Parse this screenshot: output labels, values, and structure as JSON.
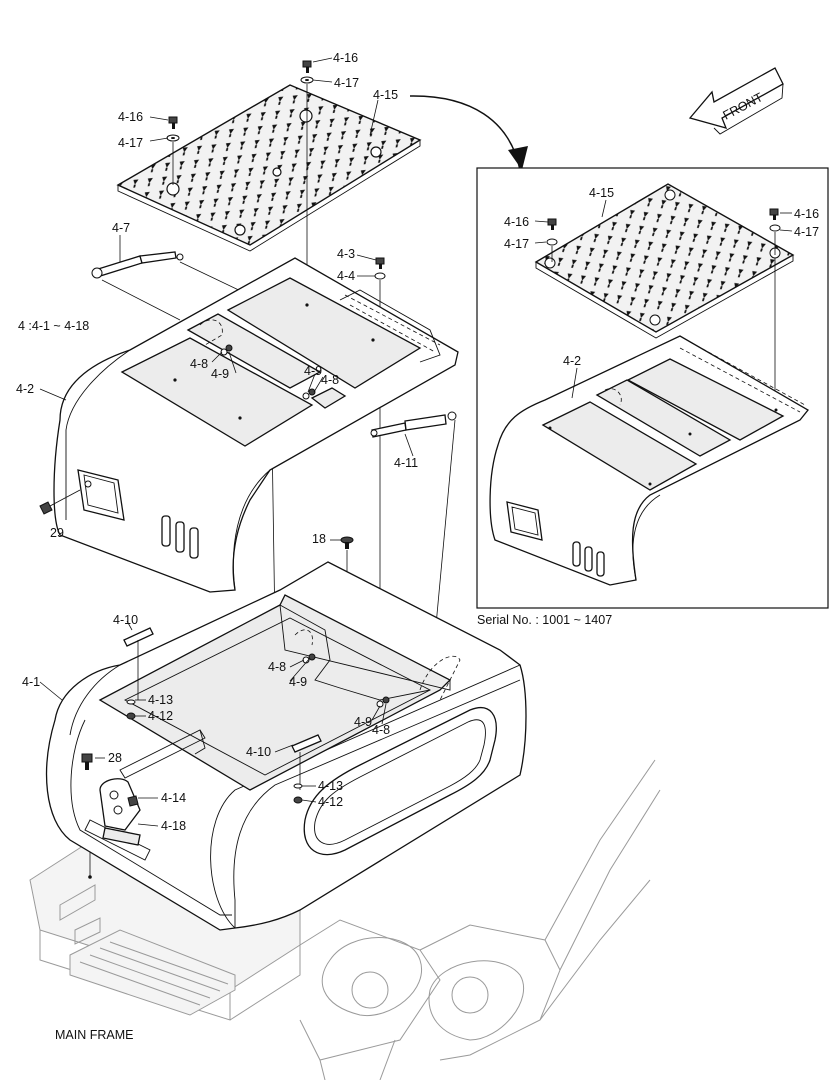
{
  "labels": {
    "top_bolt_4_16": "4-16",
    "top_washer_4_17": "4-17",
    "left_bolt_4_16": "4-16",
    "left_washer_4_17": "4-17",
    "grating_4_15": "4-15",
    "strut_4_7": "4-7",
    "bolt_4_3": "4-3",
    "washer_4_4": "4-4",
    "assembly_note": "4 :4-1 ~ 4-18",
    "cover_4_2": "4-2",
    "nut_4_8_left": "4-8",
    "washer_4_9_left": "4-9",
    "washer_4_9_center": "4-9",
    "nut_4_8_center": "4-8",
    "strut_4_11": "4-11",
    "bolt_29": "29",
    "bolt_18": "18",
    "bracket_4_10_left": "4-10",
    "nut_4_8_lower": "4-8",
    "washer_4_9_lower": "4-9",
    "housing_4_1": "4-1",
    "washer_4_13_left": "4-13",
    "nut_4_12_left": "4-12",
    "washer_4_9_right": "4-9",
    "nut_4_8_right": "4-8",
    "bracket_4_10_center": "4-10",
    "bolt_28": "28",
    "washer_4_13_center": "4-13",
    "bolt_4_14": "4-14",
    "nut_4_12_center": "4-12",
    "plate_4_18": "4-18",
    "main_frame": "MAIN FRAME"
  },
  "inset": {
    "grating_4_15": "4-15",
    "bolt_4_16_left": "4-16",
    "washer_4_17_left": "4-17",
    "bolt_4_16_right": "4-16",
    "washer_4_17_right": "4-17",
    "cover_4_2": "4-2",
    "serial_note": "Serial No. : 1001 ~ 1407"
  },
  "front_arrow_label": "FRONT"
}
